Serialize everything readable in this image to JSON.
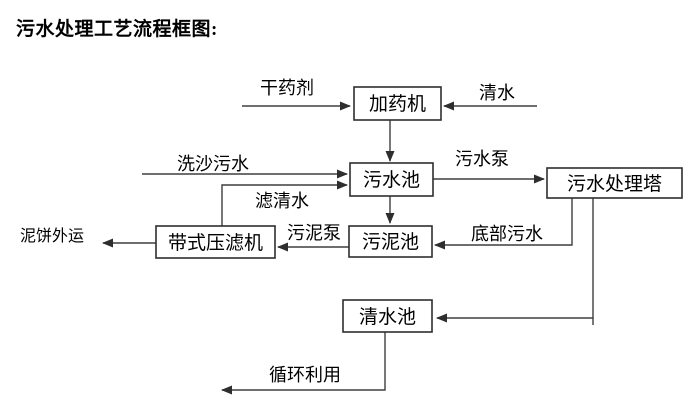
{
  "title": "污水处理工艺流程框图:",
  "nodes": {
    "dosing_machine": {
      "label": "加药机"
    },
    "sewage_pool": {
      "label": "污水池"
    },
    "treatment_tower": {
      "label": "污水处理塔"
    },
    "sludge_pool": {
      "label": "污泥池"
    },
    "belt_filter_press": {
      "label": "带式压滤机"
    },
    "clean_water_pool": {
      "label": "清水池"
    }
  },
  "flows": {
    "dry_chemical": {
      "label": "干药剂"
    },
    "clean_water_in": {
      "label": "清水"
    },
    "sand_wash_sewage": {
      "label": "洗沙污水"
    },
    "sewage_pump": {
      "label": "污水泵"
    },
    "filtered_water": {
      "label": "滤清水"
    },
    "sludge_pump": {
      "label": "污泥泵"
    },
    "bottom_sewage": {
      "label": "底部污水"
    },
    "mud_cake_out": {
      "label": "泥饼外运"
    },
    "recycle_use": {
      "label": "循环利用"
    }
  },
  "colors": {
    "line": "#3f3f3f",
    "box_border": "#2e2e2e",
    "text": "#000000",
    "background": "#ffffff"
  }
}
